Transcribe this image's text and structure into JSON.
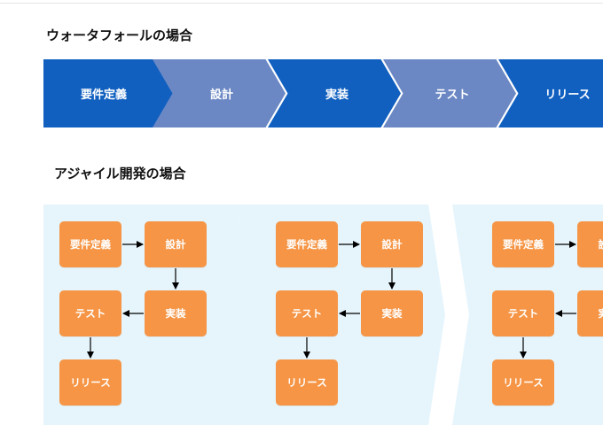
{
  "waterfall": {
    "title": "ウォータフォールの場合",
    "steps": [
      "要件定義",
      "設計",
      "実装",
      "テスト",
      "リリース"
    ],
    "colors": [
      "#1160c0",
      "#6b88c4",
      "#1160c0",
      "#6b88c4",
      "#1160c0"
    ]
  },
  "agile": {
    "title": "アジャイル開発の場合",
    "sprint_bg": "#e6f5fc",
    "box_color": "#f59545",
    "sprints": [
      {
        "boxes": {
          "requirements": "要件定義",
          "design": "設計",
          "test": "テスト",
          "implementation": "実装",
          "release": "リリース"
        }
      },
      {
        "boxes": {
          "requirements": "要件定義",
          "design": "設計",
          "test": "テスト",
          "implementation": "実装",
          "release": "リリース"
        }
      },
      {
        "boxes": {
          "requirements": "要件定義",
          "design": "設計",
          "test": "テスト",
          "implementation": "実装",
          "release": "リリース"
        }
      }
    ]
  }
}
